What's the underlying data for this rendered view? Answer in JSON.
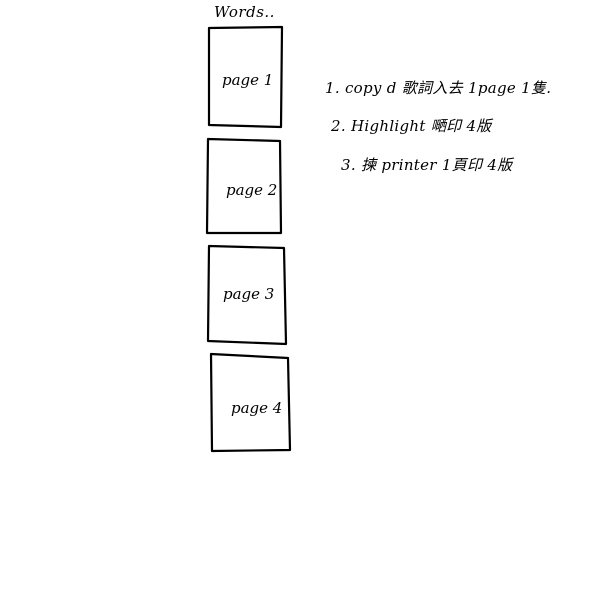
{
  "heading": "Words..",
  "pages": [
    {
      "label": "page 1"
    },
    {
      "label": "page 2"
    },
    {
      "label": "page 3"
    },
    {
      "label": "page 4"
    }
  ],
  "steps": [
    {
      "text": "1.  copy d  歌詞入去 1page 1隻."
    },
    {
      "text": "2.  Highlight  嗮印 4版"
    },
    {
      "text": "3. 揀  printer 1頁印 4版"
    }
  ],
  "colors": {
    "ink": "#000000",
    "background": "#ffffff"
  }
}
